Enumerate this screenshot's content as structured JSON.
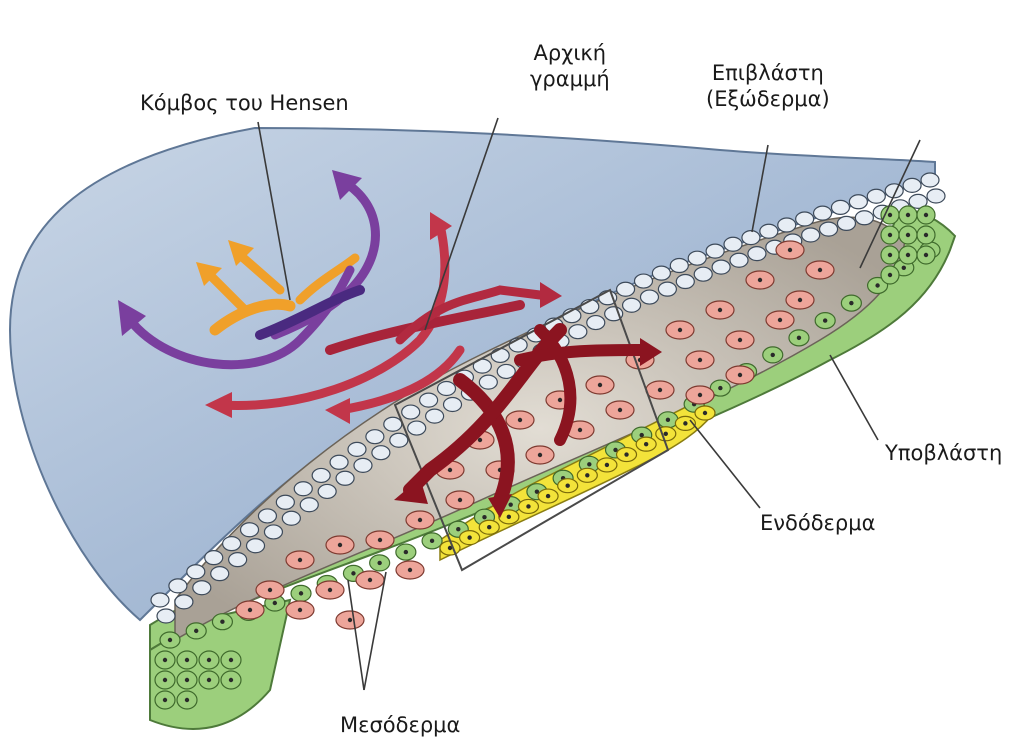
{
  "labels": {
    "hensen_node": "Κόμβος του Hensen",
    "primitive_streak": [
      "Αρχική",
      "γραμμή"
    ],
    "epiblast": [
      "Επιβλάστη",
      "(Εξώδερμα)"
    ],
    "hypoblast": "Υποβλάστη",
    "endoderm": "Ενδόδερμα",
    "mesoderm": "Μεσόδερμα"
  },
  "colors": {
    "epiblast_surface": "#a9bcd6",
    "epiblast_cells": "#e7edf4",
    "hypoblast_cells": "#9ccf7c",
    "endoderm_cells": "#f3e33a",
    "mesoderm_cells": "#eda59a",
    "blastocoel": "#c4bcb0",
    "arrow_orange": "#f0a02a",
    "arrow_purple": "#7a3f9e",
    "arrow_dark_purple": "#4a2a80",
    "arrow_red": "#c2364a",
    "arrow_dark_red": "#8b1420"
  }
}
